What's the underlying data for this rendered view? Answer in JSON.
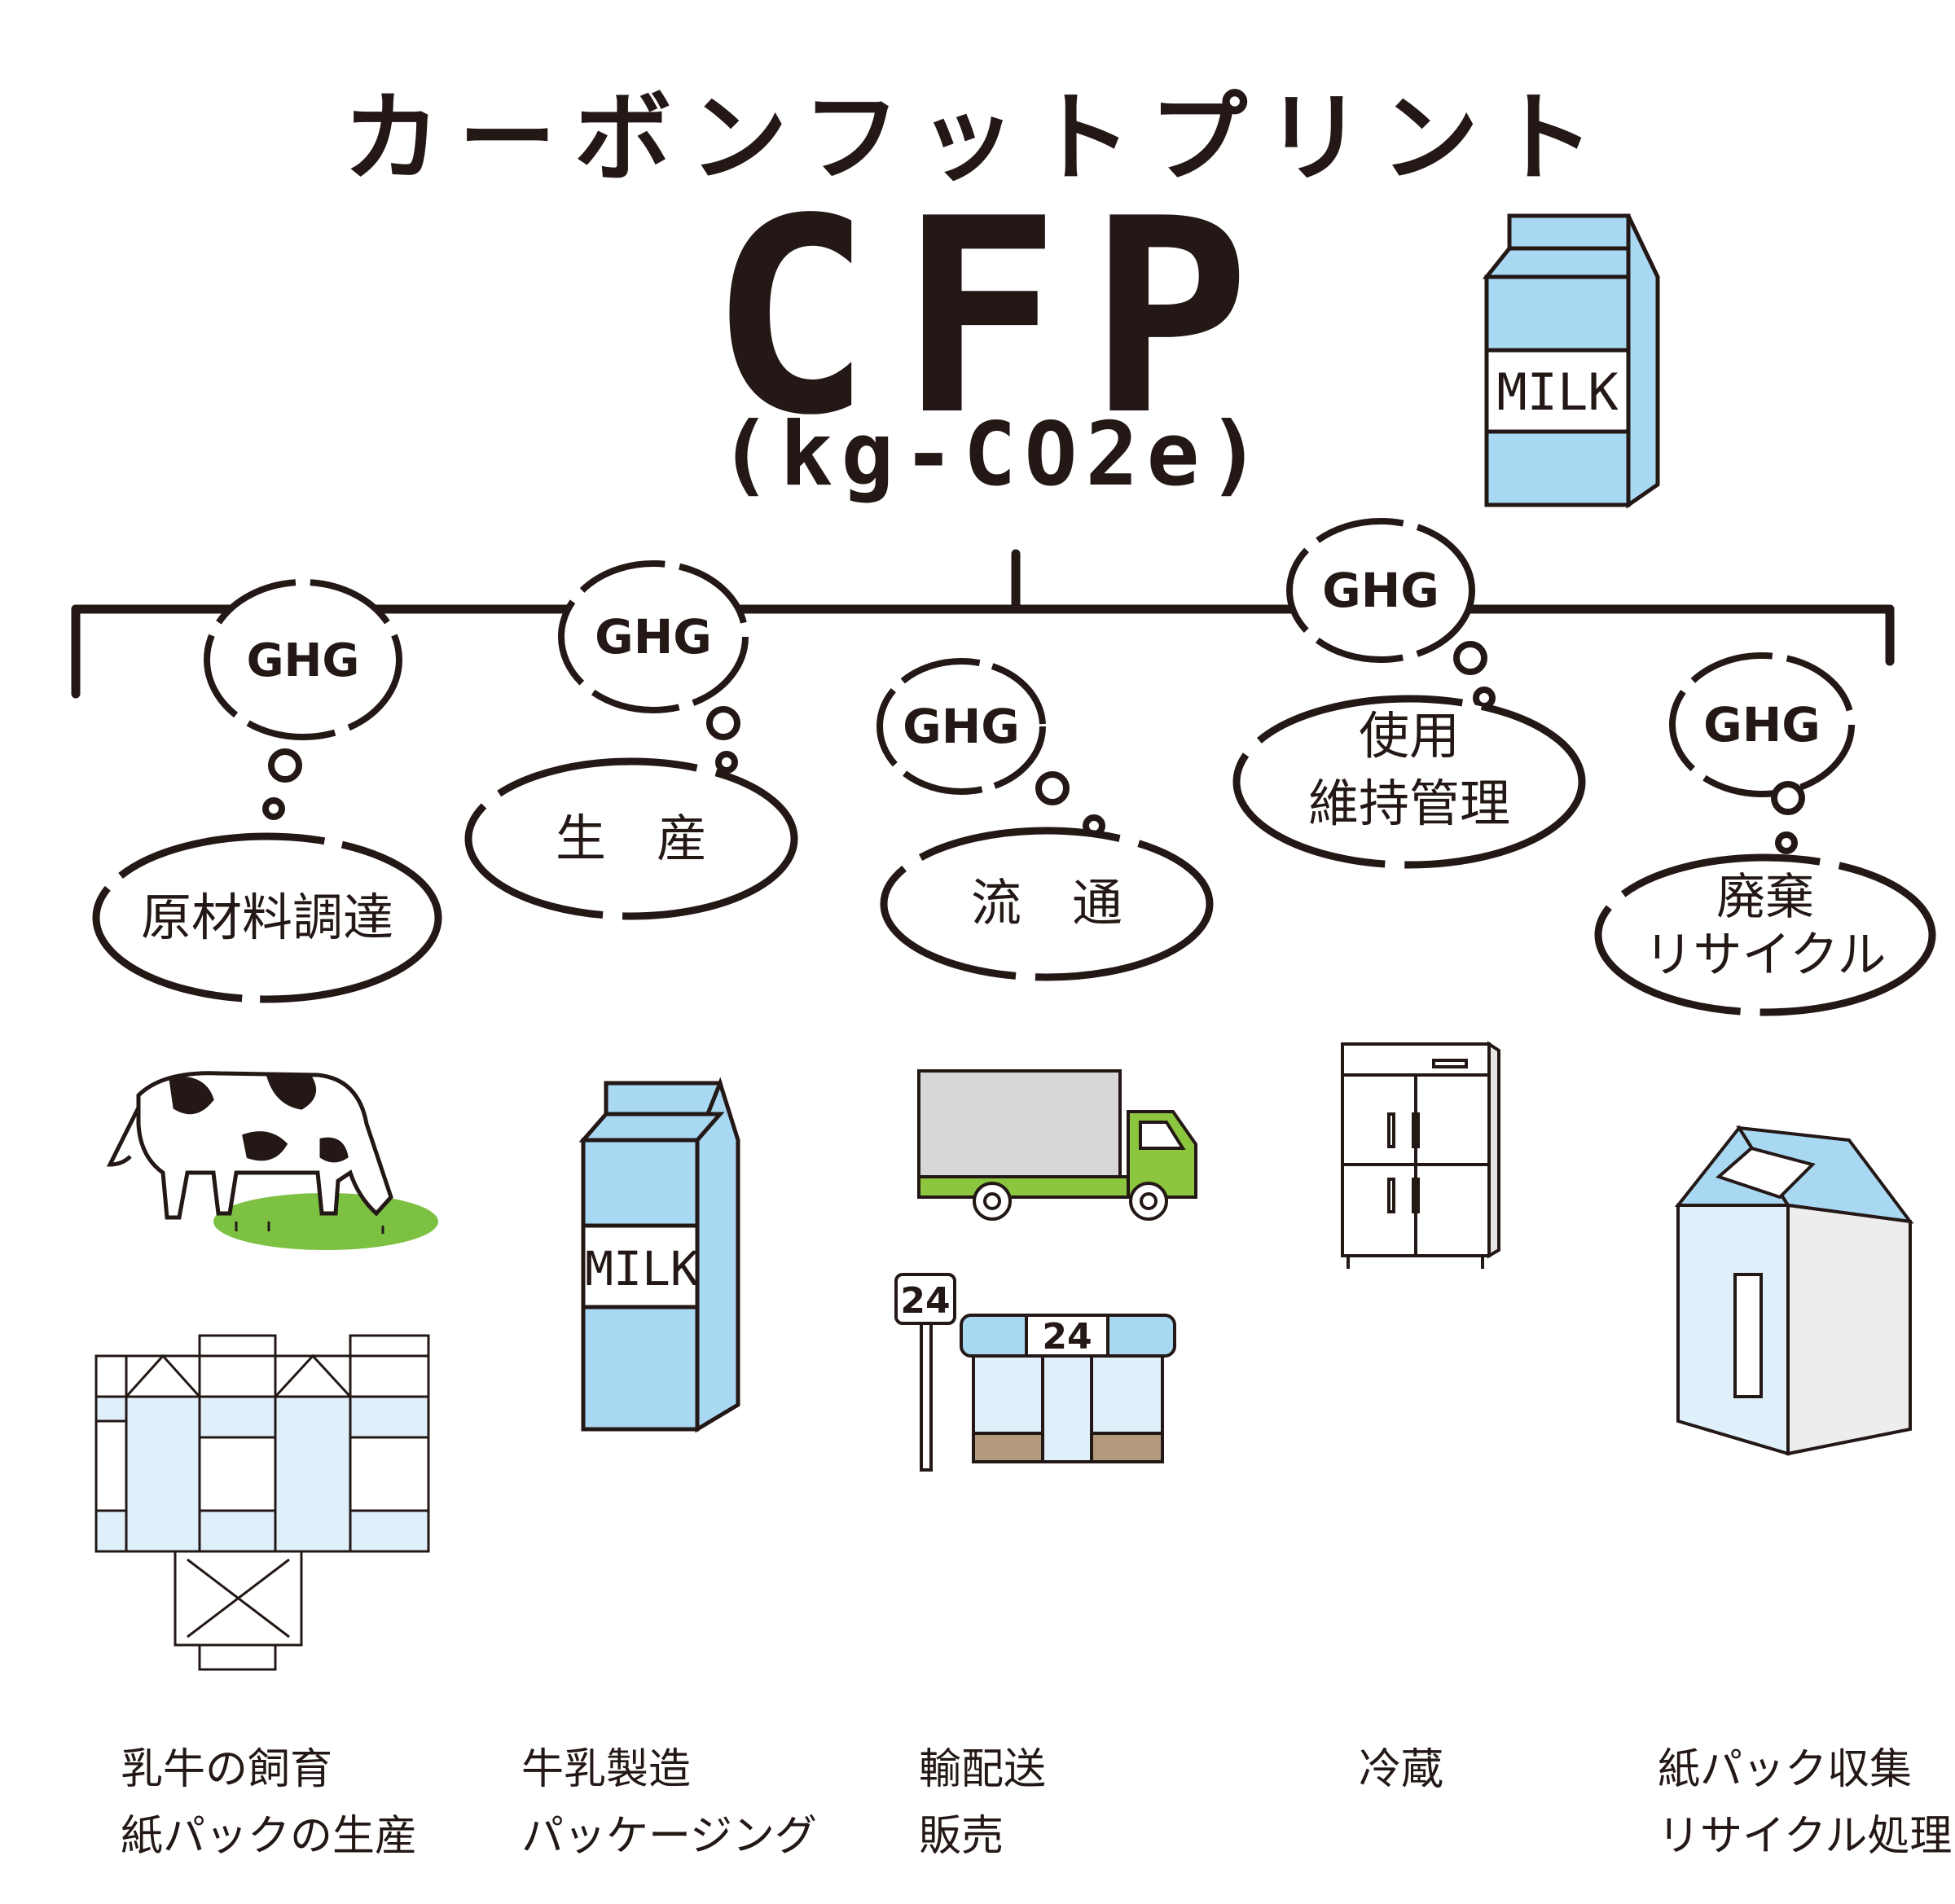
{
  "header": {
    "title_kana": "カーボンフットプリント",
    "title_main": "CFP",
    "unit": "(kg-CO2e)"
  },
  "ghg_label": "GHG",
  "milk_label": "MILK",
  "store_number": "24",
  "stages": [
    {
      "label": "原材料調達",
      "captions": [
        "乳牛の飼育",
        "紙パックの生産"
      ]
    },
    {
      "label": "生　産",
      "captions": [
        "牛乳製造",
        "パッケージング"
      ]
    },
    {
      "label": "流　通",
      "captions": [
        "輸配送",
        "販売"
      ]
    },
    {
      "label_lines": [
        "使用",
        "維持管理"
      ],
      "captions": [
        "冷蔵"
      ]
    },
    {
      "label_lines": [
        "廃棄",
        "リサイクル"
      ],
      "captions": [
        "紙パック収集",
        "リサイクル処理"
      ]
    }
  ],
  "colors": {
    "ink": "#231815",
    "milk_blue": "#a9d8f2",
    "milk_pale": "#dff0fb",
    "grass_green": "#7cc142",
    "truck_green": "#8cc63f",
    "cargo_gray": "#d7d7d7",
    "store_brown": "#b39a7f"
  }
}
